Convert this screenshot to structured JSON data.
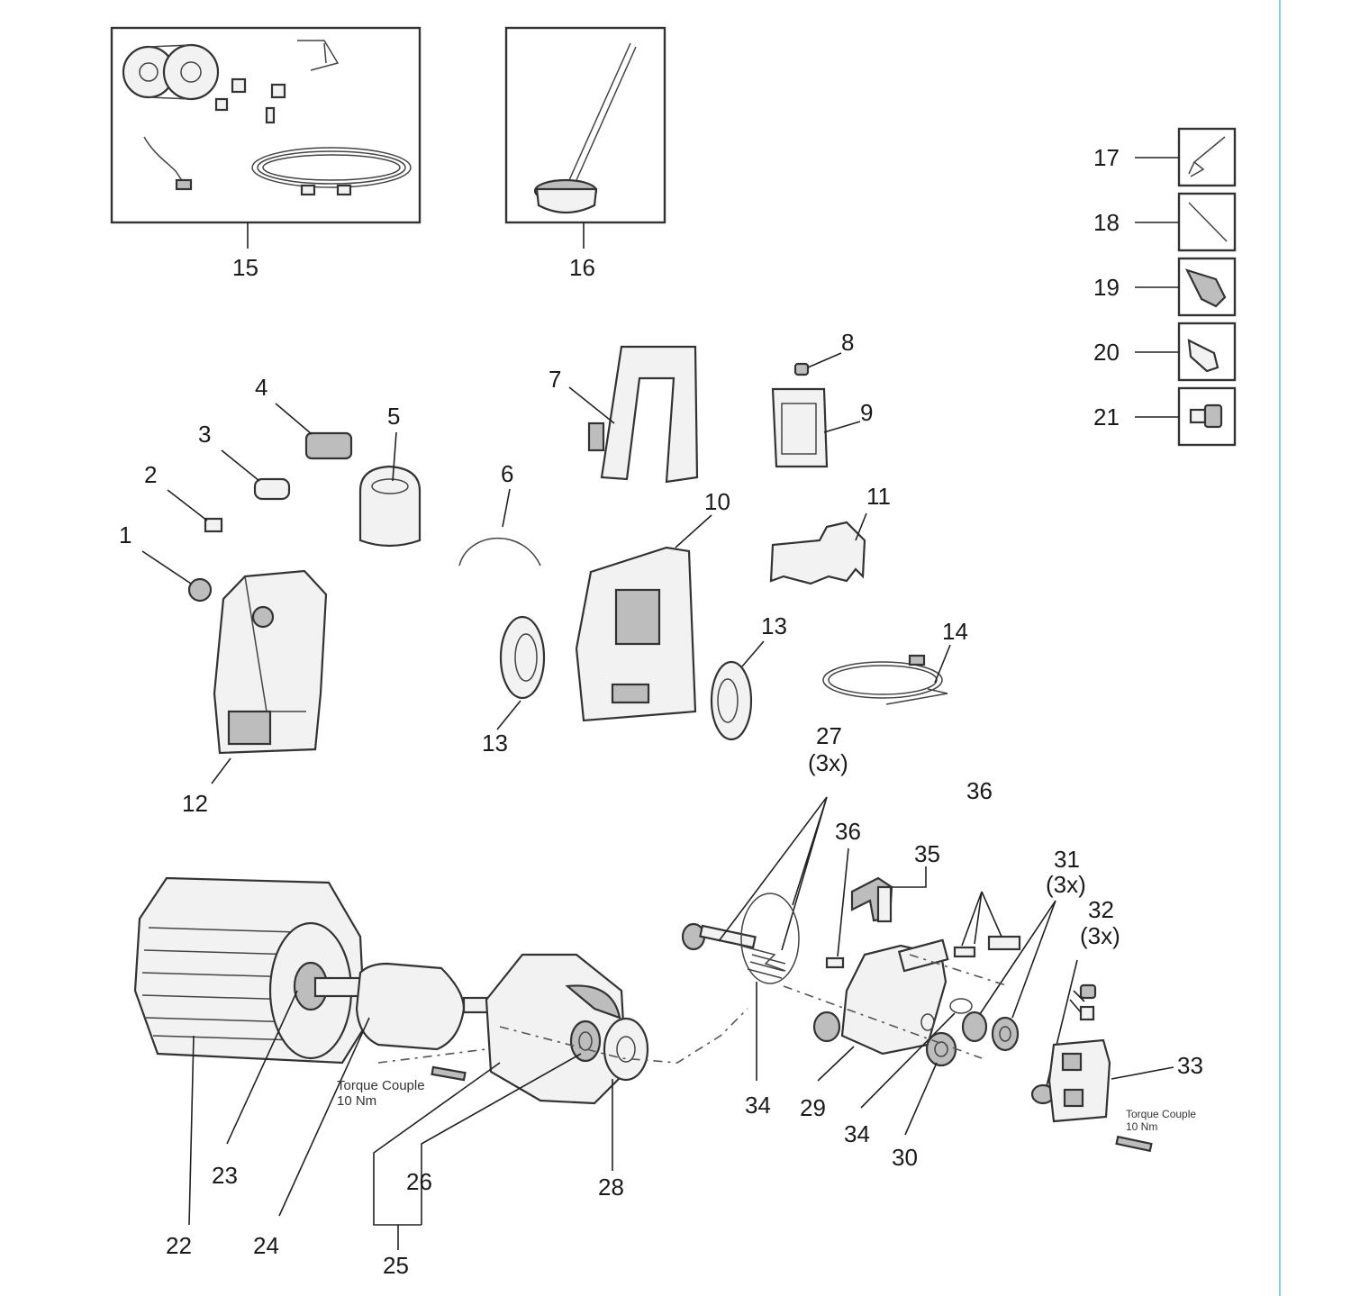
{
  "diagram": {
    "labels": {
      "l1": "1",
      "l2": "2",
      "l3": "3",
      "l4": "4",
      "l5": "5",
      "l6": "6",
      "l7": "7",
      "l8": "8",
      "l9": "9",
      "l10": "10",
      "l11": "11",
      "l12": "12",
      "l13a": "13",
      "l13b": "13",
      "l14": "14",
      "l15": "15",
      "l16": "16",
      "l17": "17",
      "l18": "18",
      "l19": "19",
      "l20": "20",
      "l21": "21",
      "l22": "22",
      "l23": "23",
      "l24": "24",
      "l25": "25",
      "l26": "26",
      "l27": "27",
      "l27q": "(3x)",
      "l28": "28",
      "l29": "29",
      "l30": "30",
      "l31": "31",
      "l31q": "(3x)",
      "l32": "32",
      "l32q": "(3x)",
      "l33": "33",
      "l34a": "34",
      "l34b": "34",
      "l35": "35",
      "l36a": "36",
      "l36b": "36"
    },
    "annotations": {
      "torque_left_line1": "Torque Couple",
      "torque_left_line2": "10 Nm",
      "torque_right_line1": "Torque Couple",
      "torque_right_line2": "10 Nm"
    },
    "colors": {
      "accent_border": "#7fd3dc",
      "line": "#222222"
    }
  }
}
